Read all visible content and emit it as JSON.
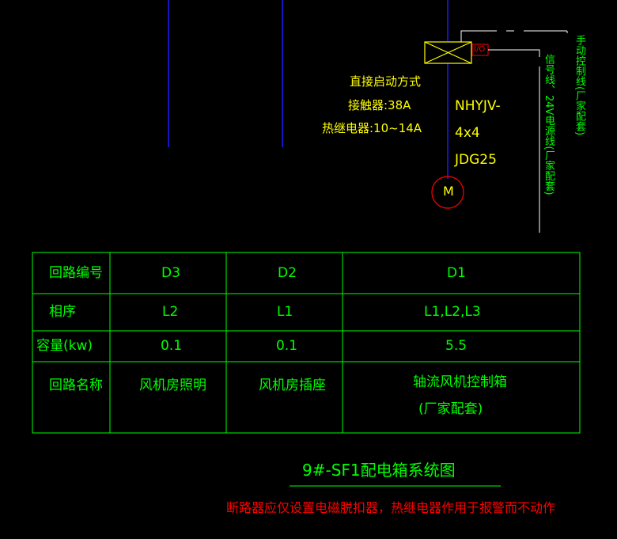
{
  "diagram": {
    "title": "9#-SF1配电箱系统图",
    "note": "断路器应仅设置电磁脱扣器，热继电器作用于报警而不动作",
    "starter": {
      "line1": "直接启动方式",
      "line2": "接触器:38A",
      "line3": "热继电器:10~14A"
    },
    "cable": {
      "line1": "NHYJV-",
      "line2": "4x4",
      "line3": "JDG25"
    },
    "io_label": "I/O",
    "motor_label": "M",
    "vertical_label_1": "手动控制线(厂家配套)",
    "vertical_label_2": "信号线、24V电源线(厂家配套)"
  },
  "table": {
    "rows": [
      {
        "header": "回路编号",
        "d3": "D3",
        "d2": "D2",
        "d1": "D1"
      },
      {
        "header": "相序",
        "d3": "L2",
        "d2": "L1",
        "d1": "L1,L2,L3"
      },
      {
        "header": "容量(kw)",
        "d3": "0.1",
        "d2": "0.1",
        "d1": "5.5"
      },
      {
        "header": "回路名称",
        "d3": "风机房照明",
        "d2": "风机房插座",
        "d1": "轴流风机控制箱",
        "d1b": "(厂家配套)"
      }
    ]
  },
  "colors": {
    "background": "#000000",
    "table_lines": "#00ff00",
    "feeder_lines": "#0000ff",
    "annotation_text": "#ffff00",
    "warning_text": "#ff0000"
  }
}
